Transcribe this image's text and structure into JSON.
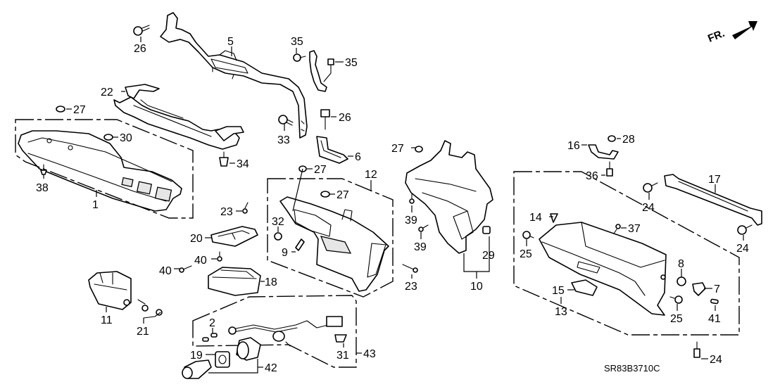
{
  "diagram": {
    "title": "Instrument Panel Garnish / Glove Box exploded view",
    "diagram_code": "SR83B3710C",
    "front_indicator": "FR.",
    "callouts": {
      "c1": "1",
      "c2": "2",
      "c5": "5",
      "c6": "6",
      "c7": "7",
      "c8": "8",
      "c9": "9",
      "c10": "10",
      "c11": "11",
      "c12": "12",
      "c13": "13",
      "c14": "14",
      "c15": "15",
      "c16": "16",
      "c17": "17",
      "c18": "18",
      "c19": "19",
      "c20": "20",
      "c21": "21",
      "c22": "22",
      "c23a": "23",
      "c23b": "23",
      "c24a": "24",
      "c24b": "24",
      "c24c": "24",
      "c25a": "25",
      "c25b": "25",
      "c26a": "26",
      "c26b": "26",
      "c27a": "27",
      "c27b": "27",
      "c27c": "27",
      "c27d": "27",
      "c28": "28",
      "c29": "29",
      "c30": "30",
      "c31": "31",
      "c32": "32",
      "c33": "33",
      "c34": "34",
      "c35a": "35",
      "c35b": "35",
      "c36": "36",
      "c37": "37",
      "c38": "38",
      "c39a": "39",
      "c39b": "39",
      "c40a": "40",
      "c40b": "40",
      "c41": "41",
      "c42": "42",
      "c43": "43"
    }
  }
}
